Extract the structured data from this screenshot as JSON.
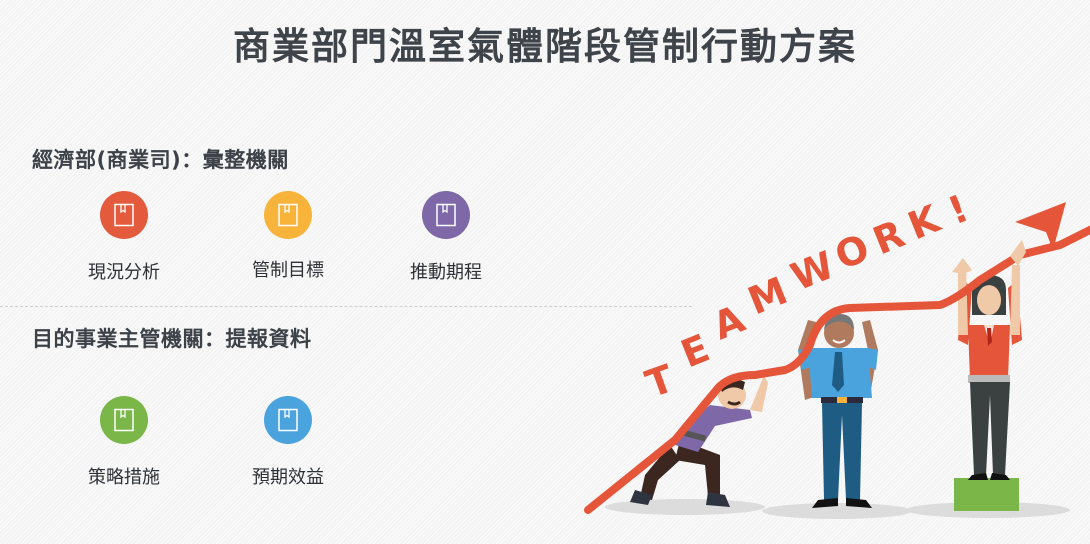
{
  "title": "商業部門溫室氣體階段管制行動方案",
  "sections": [
    {
      "heading": "經濟部(商業司)：彙整機關",
      "items": [
        {
          "label": "現況分析",
          "icon": "book-icon",
          "color": "#e45a3c"
        },
        {
          "label": "管制目標",
          "icon": "book-icon",
          "color": "#f8b43a"
        },
        {
          "label": "推動期程",
          "icon": "book-icon",
          "color": "#7e68a8"
        }
      ]
    },
    {
      "heading": "目的事業主管機關：提報資料",
      "items": [
        {
          "label": "策略措施",
          "icon": "book-icon",
          "color": "#7ab648"
        },
        {
          "label": "預期效益",
          "icon": "book-icon",
          "color": "#4aa3dc"
        }
      ]
    }
  ],
  "illustration": {
    "text": "TEAMWORK!",
    "letters": [
      "T",
      "E",
      "A",
      "M",
      "W",
      "O",
      "R",
      "K",
      "!"
    ],
    "arrow_color": "#e4553a"
  }
}
